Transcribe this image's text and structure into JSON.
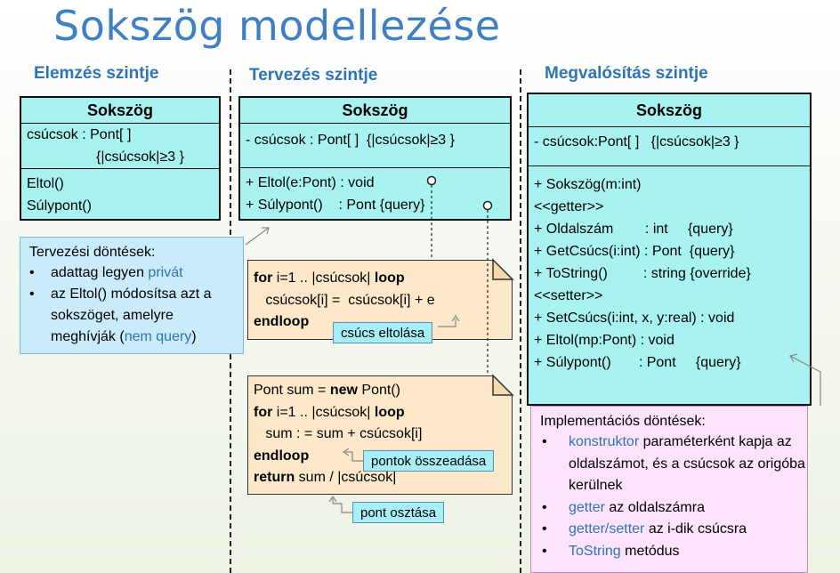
{
  "title": "Sokszög modellezése",
  "columns": {
    "analysis": "Elemzés szintje",
    "design": "Tervezés szintje",
    "implementation": "Megvalósítás szintje"
  },
  "analysis_class": {
    "name": "Sokszög",
    "attr1": "csúcsok : Pont[ ]",
    "attr2": "{|csúcsok|≥3 }",
    "op1": "Eltol()",
    "op2": "Súlypont()"
  },
  "design_class": {
    "name": "Sokszög",
    "attr1": "- csúcsok : Pont[ ]  {|csúcsok|≥3 }",
    "op1": "+ Eltol(e:Pont) : void",
    "op2": "+ Súlypont()    : Pont {query}"
  },
  "impl_class": {
    "name": "Sokszög",
    "attr1": "- csúcsok:Pont[ ]   {|csúcsok|≥3 }",
    "ops": [
      "+ Sokszög(m:int)",
      "<<getter>>",
      "+ Oldalszám        : int     {query}",
      "+ GetCsúcs(i:int) : Pont  {query}",
      "+ ToString()         : string {override}",
      "<<setter>>",
      "+ SetCsúcs(i:int, x, y:real) : void",
      "",
      "+ Eltol(mp:Pont) : void",
      "+ Súlypont()       : Pont     {query}"
    ]
  },
  "design_decisions": {
    "title": "Tervezési döntések:",
    "b1_pre": "adattag legyen ",
    "b1_hl": "privát",
    "b2_pre": "az Eltol() módosítsa azt a sokszöget, amelyre meghívják (",
    "b2_hl": "nem query",
    "b2_post": ")"
  },
  "note_eltol": {
    "l1_kw1": "for",
    "l1_mid": " i=1 .. |csúcsok| ",
    "l1_kw2": "loop",
    "l2": "   csúcsok[i] =  csúcsok[i] + e",
    "l3_kw": "endloop",
    "label": "csúcs eltolása"
  },
  "note_sulypont": {
    "l1_pre": "Pont sum = ",
    "l1_kw": "new",
    "l1_post": " Pont()",
    "l2_kw1": "for",
    "l2_mid": " i=1 .. |csúcsok| ",
    "l2_kw2": "loop",
    "l3": "   sum : = sum + csúcsok[i]",
    "l4_kw": "endloop",
    "l5_kw": "return",
    "l5_post": " sum / |csúcsok|",
    "label1": "pontok összeadása",
    "label2": "pont osztása"
  },
  "impl_decisions": {
    "title": "Implementációs döntések:",
    "b1_hl": "konstruktor",
    "b1_rest": " paraméterként kapja az oldalszámot, és a csúcsok az origóba kerülnek",
    "b2_hl": "getter",
    "b2_rest": " az oldalszámra",
    "b3_hl": "getter/setter",
    "b3_rest": " az i-dik csúcsra",
    "b4_hl": "ToString",
    "b4_rest": " metódus"
  }
}
